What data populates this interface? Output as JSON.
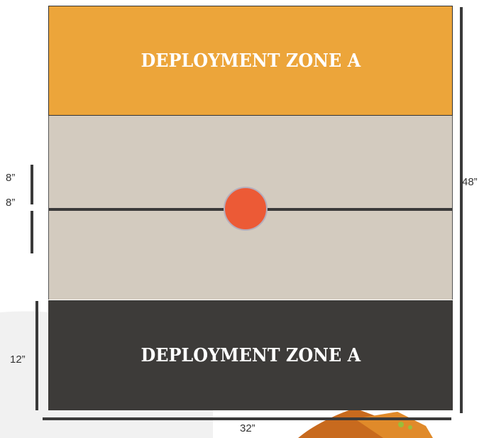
{
  "zones": {
    "top_label": "DEPLOYMENT ZONE A",
    "bottom_label": "DEPLOYMENT ZONE A"
  },
  "dimensions": {
    "upper_half": "8”",
    "lower_half": "8”",
    "deployment_depth": "12”",
    "board_length": "48”",
    "board_width": "32”"
  },
  "colors": {
    "zone_top": "#eca53a",
    "no_mans_land": "#d3cbbf",
    "zone_bottom": "#3d3b39",
    "objective": "#ec5a36"
  }
}
